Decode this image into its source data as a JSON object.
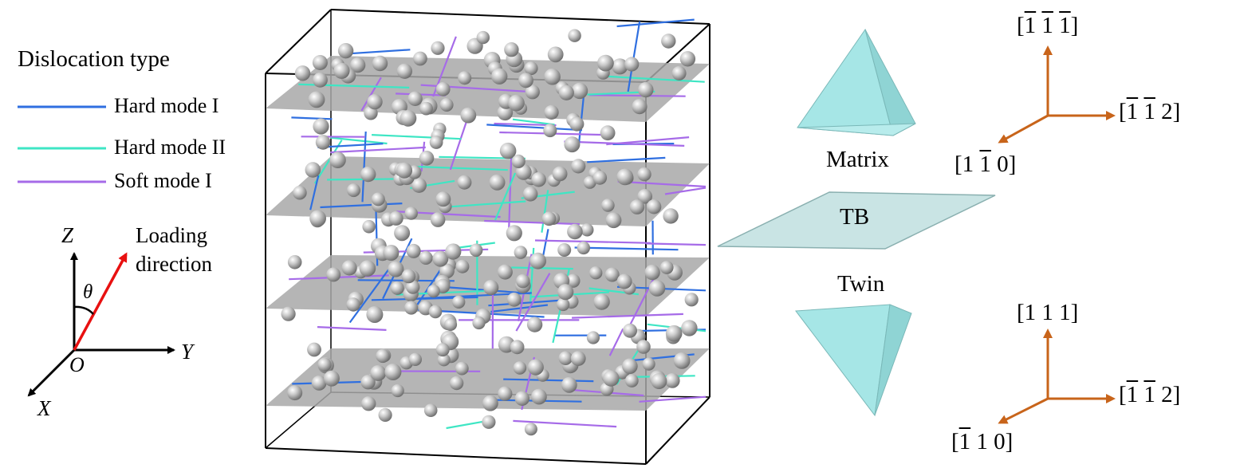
{
  "legend": {
    "title": "Dislocation type",
    "items": [
      {
        "label": "Hard mode I",
        "color": "#2f6fe0"
      },
      {
        "label": "Hard mode II",
        "color": "#3ee6c4"
      },
      {
        "label": "Soft mode I",
        "color": "#a66be8"
      }
    ]
  },
  "axes": {
    "z": "Z",
    "y": "Y",
    "x": "X",
    "origin": "O",
    "theta": "θ",
    "loading_line1": "Loading",
    "loading_line2": "direction",
    "axis_color": "#000000",
    "loading_color": "#e81010"
  },
  "box": {
    "plane_color": "#a8a8a8",
    "sphere_color": "#c8c8c8",
    "line_colors": [
      "#2f6fe0",
      "#3ee6c4",
      "#a66be8"
    ]
  },
  "labels": {
    "matrix": "Matrix",
    "tb": "TB",
    "twin": "Twin"
  },
  "shapes": {
    "tetra_color": "#a6e6e6",
    "tb_color": "#c9e4e4",
    "arrow_color": "#c8641a"
  },
  "matrix_dirs": {
    "up": [
      "1",
      "1",
      "1"
    ],
    "up_bar": [
      true,
      true,
      true
    ],
    "right": [
      "1",
      "1",
      "2"
    ],
    "right_bar": [
      true,
      true,
      false
    ],
    "left": [
      "1",
      "1",
      "0"
    ],
    "left_bar": [
      false,
      true,
      false
    ]
  },
  "twin_dirs": {
    "up": [
      "1",
      "1",
      "1"
    ],
    "up_bar": [
      false,
      false,
      false
    ],
    "right": [
      "1",
      "1",
      "2"
    ],
    "right_bar": [
      true,
      true,
      false
    ],
    "left": [
      "1",
      "1",
      "0"
    ],
    "left_bar": [
      true,
      false,
      false
    ]
  }
}
